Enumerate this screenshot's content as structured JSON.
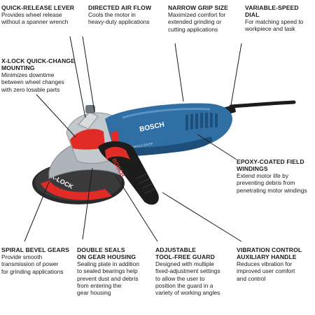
{
  "brand": {
    "name": "BOSCH",
    "handle_logo": "BOSCH",
    "model": "GWX13-50VSP",
    "wheel_text": "X-LOCK",
    "colors": {
      "body": "#2f6fa3",
      "body_dark": "#1e4f7a",
      "accent": "#e02b26",
      "black": "#1c1c1c",
      "metal": "#b9bec4"
    }
  },
  "callouts": [
    {
      "id": "quick-release-lever",
      "title": "QUICK-RELEASE LEVER",
      "text": "Provides wheel release\nwithout a spanner wrench"
    },
    {
      "id": "directed-air-flow",
      "title": "DIRECTED AIR FLOW",
      "text": "Cools the motor in\nheavy-duty applications"
    },
    {
      "id": "narrow-grip-size",
      "title": "NARROW GRIP SIZE",
      "text": "Maximized comfort for\nextended grinding or\ncutting applications"
    },
    {
      "id": "variable-speed-dial",
      "title": "VARIABLE-SPEED DIAL",
      "text": "For matching speed to\nworkpiece and task"
    },
    {
      "id": "x-lock-mounting",
      "title": "X-LOCK QUICK-CHANGE\nMOUNTING",
      "text": "Minimizes downtime\nbetween wheel changes\nwith zero losable parts"
    },
    {
      "id": "epoxy-coated-windings",
      "title": "EPOXY-COATED FIELD\nWINDINGS",
      "text": "Extend motor life by\npreventing debris from\npenetrating motor windings"
    },
    {
      "id": "spiral-bevel-gears",
      "title": "SPIRAL BEVEL GEARS",
      "text": "Provide smooth\ntransmission of power\nfor grinding applications"
    },
    {
      "id": "double-seals",
      "title": "DOUBLE SEALS\nON GEAR HOUSING",
      "text": "Sealing plate in addition\nto sealed bearings help\nprevent dust and debris\nfrom entering the\ngear housing"
    },
    {
      "id": "adjustable-guard",
      "title": "ADJUSTABLE\nTOOL-FREE GUARD",
      "text": "Designed with multiple\nfixed-adjustment settings\nto allow the user to\nposition the guard in a\nvariety of working angles"
    },
    {
      "id": "vibration-control-handle",
      "title": "VIBRATION CONTROL\nAUXILIARY HANDLE",
      "text": "Reduces vibration for\nimproved user comfort\nand control"
    }
  ]
}
